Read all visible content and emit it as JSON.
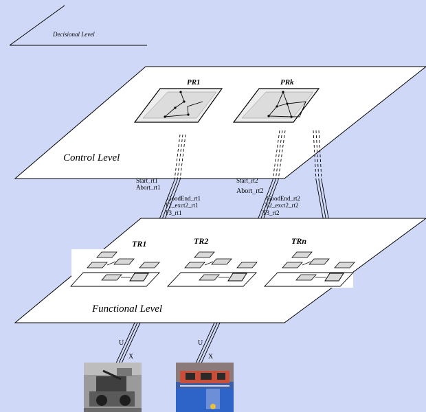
{
  "levels": {
    "decisional": "Decisional Level",
    "control": "Control Level",
    "functional": "Functional Level"
  },
  "processes": {
    "pr1": "PR1",
    "prk": "PRk"
  },
  "tasks": {
    "tr1": "TR1",
    "tr2": "TR2",
    "trn": "TRn"
  },
  "signals": {
    "start_rt1": "Start_rt1",
    "abort_rt1": "Abort_rt1",
    "goodend_rt1": "GoodEnd_rt1",
    "t2_exct2_rt1": "T2_exct2_rt1",
    "t3_rt1": "T3_rt1",
    "start_rt2": "Start_rt2",
    "abort_rt2": "Abort_rt2",
    "goodend_rt2": "GoodEnd_rt2",
    "t2_exct2_rt2": "T2_exct2_rt2",
    "t3_rt2": "T3_rt2"
  },
  "robot_links": {
    "u1": "U",
    "x1": "X",
    "u2": "U",
    "x2": "X"
  }
}
